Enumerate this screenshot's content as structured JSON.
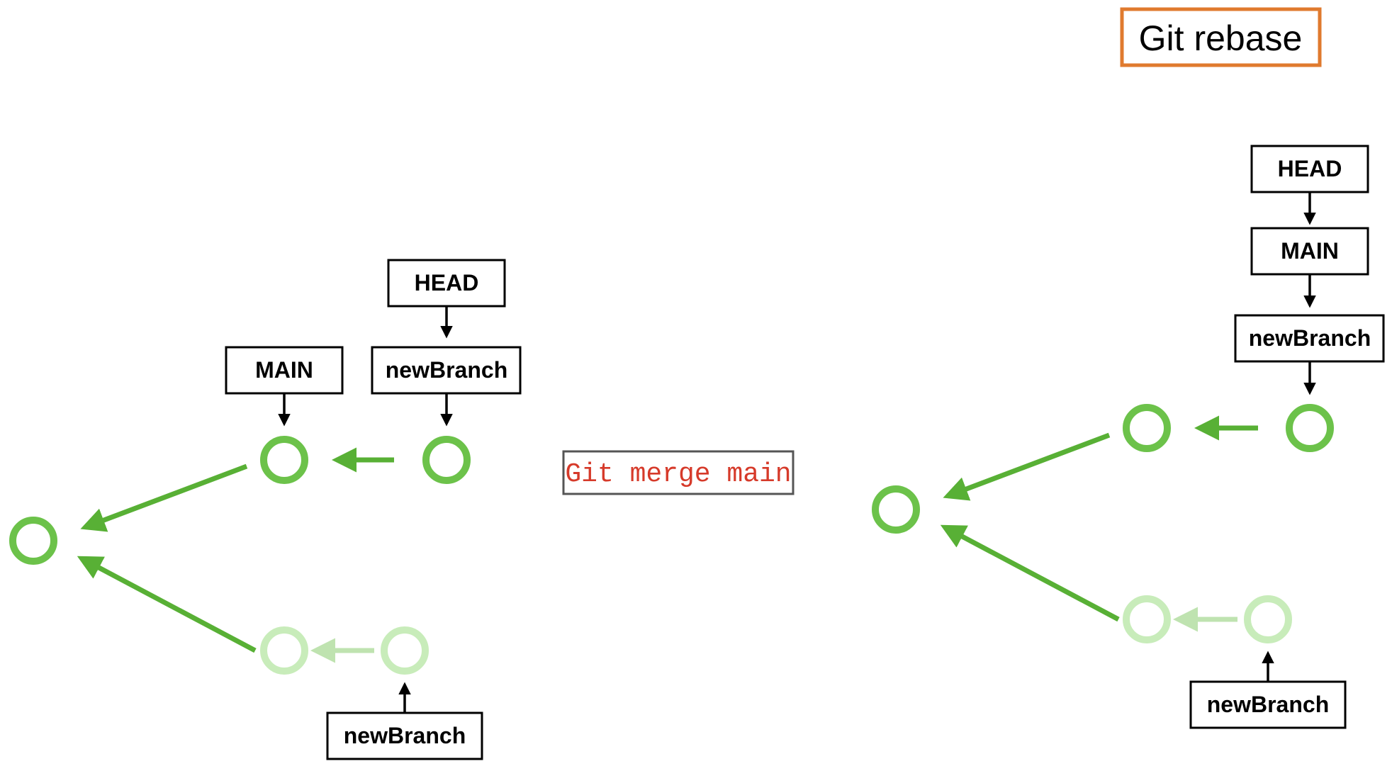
{
  "title": "Git rebase",
  "merge_label": "Git merge main",
  "left": {
    "head": "HEAD",
    "main": "MAIN",
    "branch_top": "newBranch",
    "branch_bottom": "newBranch"
  },
  "right": {
    "head": "HEAD",
    "main": "MAIN",
    "branch_top": "newBranch",
    "branch_bottom": "newBranch"
  },
  "colors": {
    "commit": "#6cc24a",
    "commit_faded": "#c8ecba",
    "arrow": "#58b035",
    "arrow_faded": "#bfe3b0",
    "title_border": "#e07a2e",
    "merge_text": "#d63a2a",
    "merge_border": "#555555"
  }
}
